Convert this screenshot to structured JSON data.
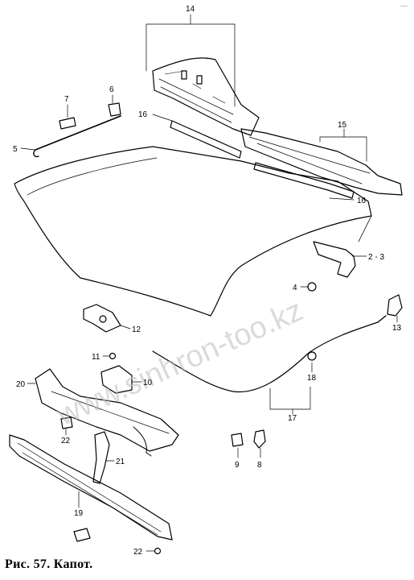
{
  "diagram": {
    "caption": "Рис. 57. Капот.",
    "watermark": "www.sinhron-too.kz",
    "corner_mark": "—",
    "labels": {
      "l14": "14",
      "l15": "15",
      "l16a": "16",
      "l16b": "16",
      "l7": "7",
      "l6": "6",
      "l5": "5",
      "l23": "2 - 3",
      "l4": "4",
      "l12": "12",
      "l13": "13",
      "l11": "11",
      "l10": "10",
      "l20": "20",
      "l18": "18",
      "l17": "17",
      "l22a": "22",
      "l21": "21",
      "l9": "9",
      "l8": "8",
      "l19": "19",
      "l22b": "22"
    }
  }
}
